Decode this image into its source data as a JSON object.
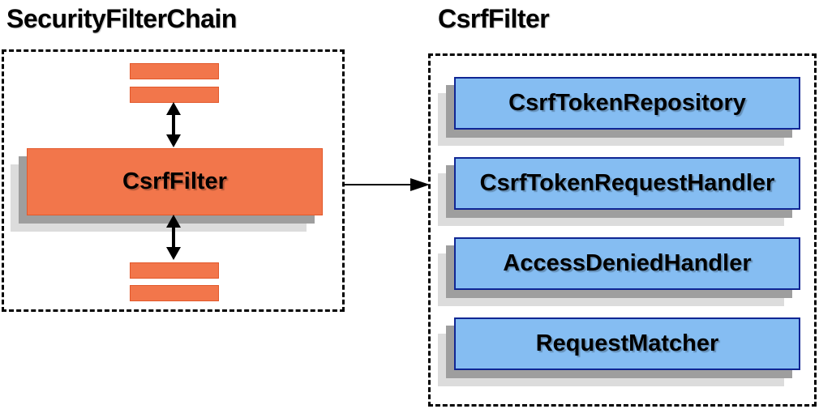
{
  "left_panel": {
    "title": "SecurityFilterChain",
    "node_label": "CsrfFilter"
  },
  "right_panel": {
    "title": "CsrfFilter",
    "components": [
      "CsrfTokenRepository",
      "CsrfTokenRequestHandler",
      "AccessDeniedHandler",
      "RequestMatcher"
    ]
  },
  "icons": {
    "bidirectional_arrow": "↕",
    "flow_arrow": "→"
  },
  "colors": {
    "orange_fill": "#F2764B",
    "orange_border": "#E2582A",
    "blue_fill": "#85BDF2",
    "blue_border": "#102694",
    "shadow_dark": "#9E9E9E",
    "shadow_light": "#DCDCDC",
    "line_color": "#000000",
    "bg": "#FFFFFF"
  }
}
